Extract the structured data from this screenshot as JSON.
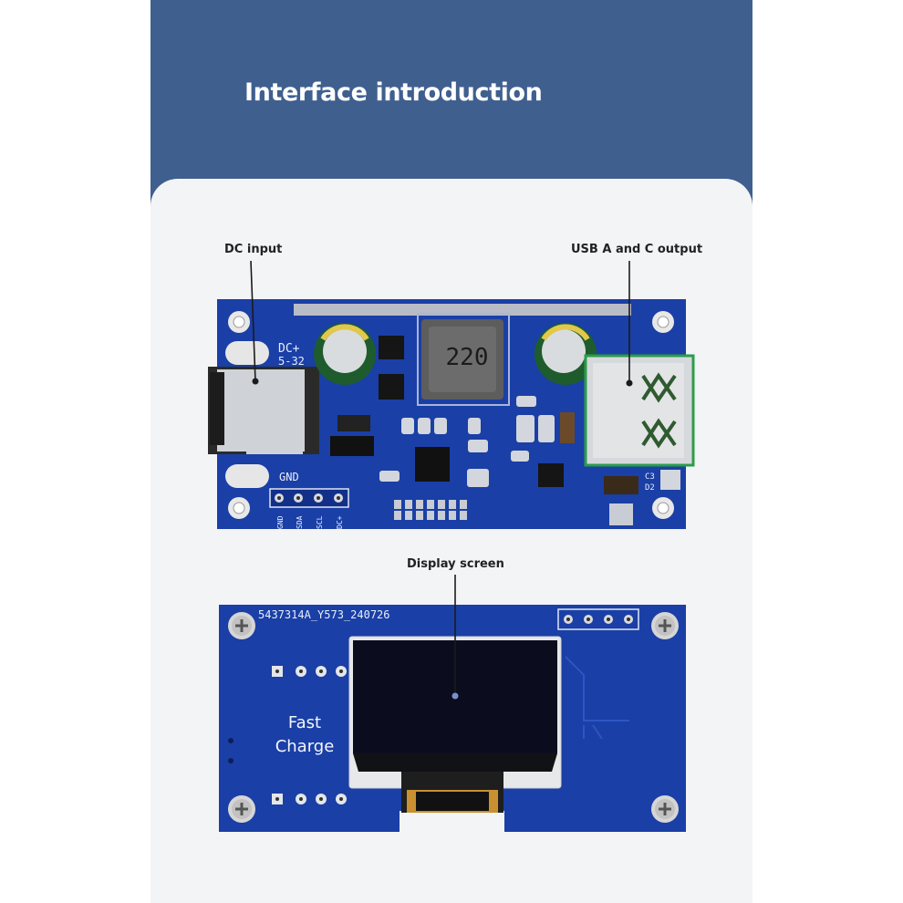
{
  "title": "Interface introduction",
  "labels": {
    "dc_input": "DC input",
    "usb_output": "USB A and C output",
    "display_screen": "Display screen"
  },
  "board_top": {
    "silk_dc_plus": "DC+",
    "silk_voltage": "5-32",
    "silk_gnd": "GND",
    "inductor_marking": "220",
    "header_pins": [
      "GND",
      "SDA",
      "SCL",
      "DC+"
    ],
    "silk_c3": "C3",
    "silk_d2": "D2"
  },
  "board_bottom": {
    "part_number": "5437314A_Y573_240726",
    "silk_line1": "Fast",
    "silk_line2": "Charge"
  },
  "colors": {
    "header_blue": "#3f5f8f",
    "pcb_blue": "#1a3fa6",
    "oled_black": "#0b0d1f"
  }
}
